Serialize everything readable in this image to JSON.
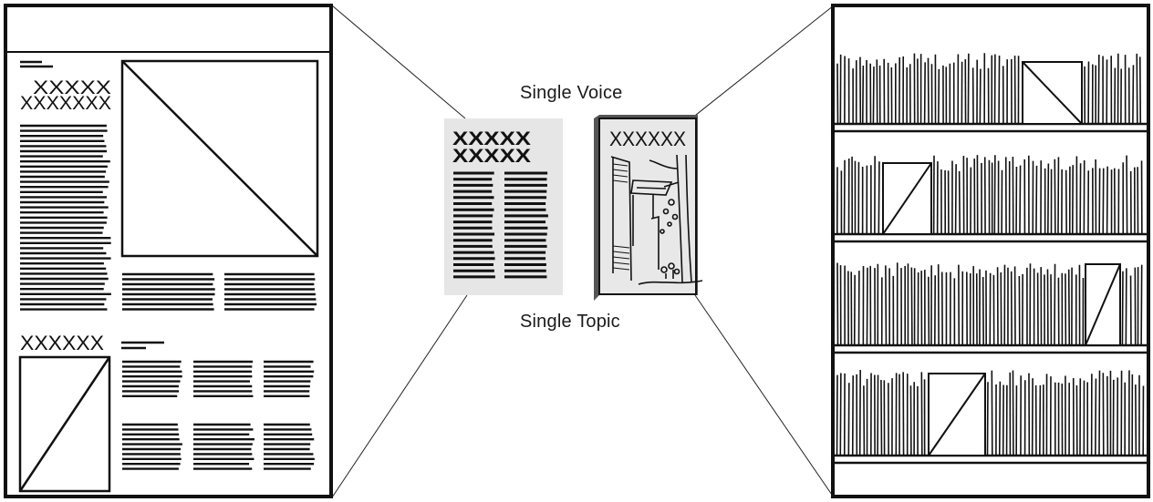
{
  "captions": {
    "top": "Single Voice",
    "bottom": "Single Topic"
  },
  "placeholder_marks": {
    "newspaper_heading_row1": "XXXXX",
    "newspaper_heading_row2": "XXXXXXX",
    "newspaper_heading_lower": "XXXXXX",
    "article_heading_row1": "XXXXX",
    "article_heading_row2": "XXXXX",
    "book_heading": "XXXXXX"
  },
  "colors": {
    "ink": "#111111",
    "paper_tint": "#e6e6e6",
    "book_spine_shadow": "#555555"
  }
}
